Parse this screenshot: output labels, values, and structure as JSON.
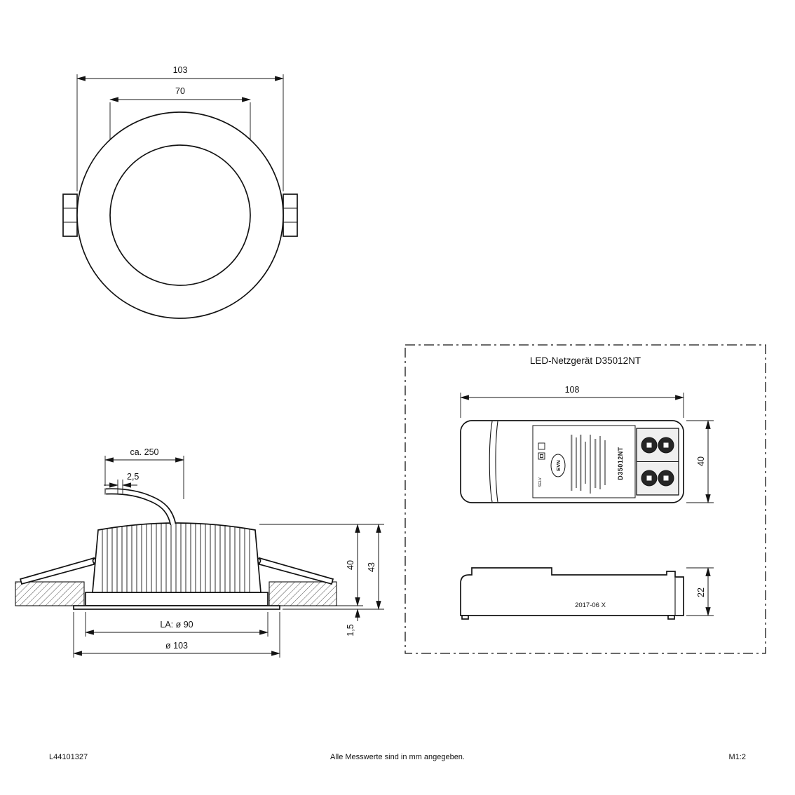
{
  "front_view": {
    "dim_outer_diameter": "103",
    "dim_inner_diameter": "70"
  },
  "section_view": {
    "dim_cable_length": "ca. 250",
    "dim_cable_diameter": "2,5",
    "dim_height_body": "40",
    "dim_height_total": "43",
    "dim_trim_thickness": "1,5",
    "dim_cutout": "LA: ø 90",
    "dim_outer_diameter": "ø 103"
  },
  "psu": {
    "title": "LED-Netzgerät D35012NT",
    "dim_length": "108",
    "dim_width": "40",
    "dim_height": "22",
    "date_code": "2017-06 X",
    "label": {
      "model": "D35012NT",
      "brand": "EVN",
      "safety": "SELV"
    }
  },
  "footer": {
    "article": "L44101327",
    "note": "Alle Messwerte sind in mm angegeben.",
    "scale": "M1:2"
  }
}
